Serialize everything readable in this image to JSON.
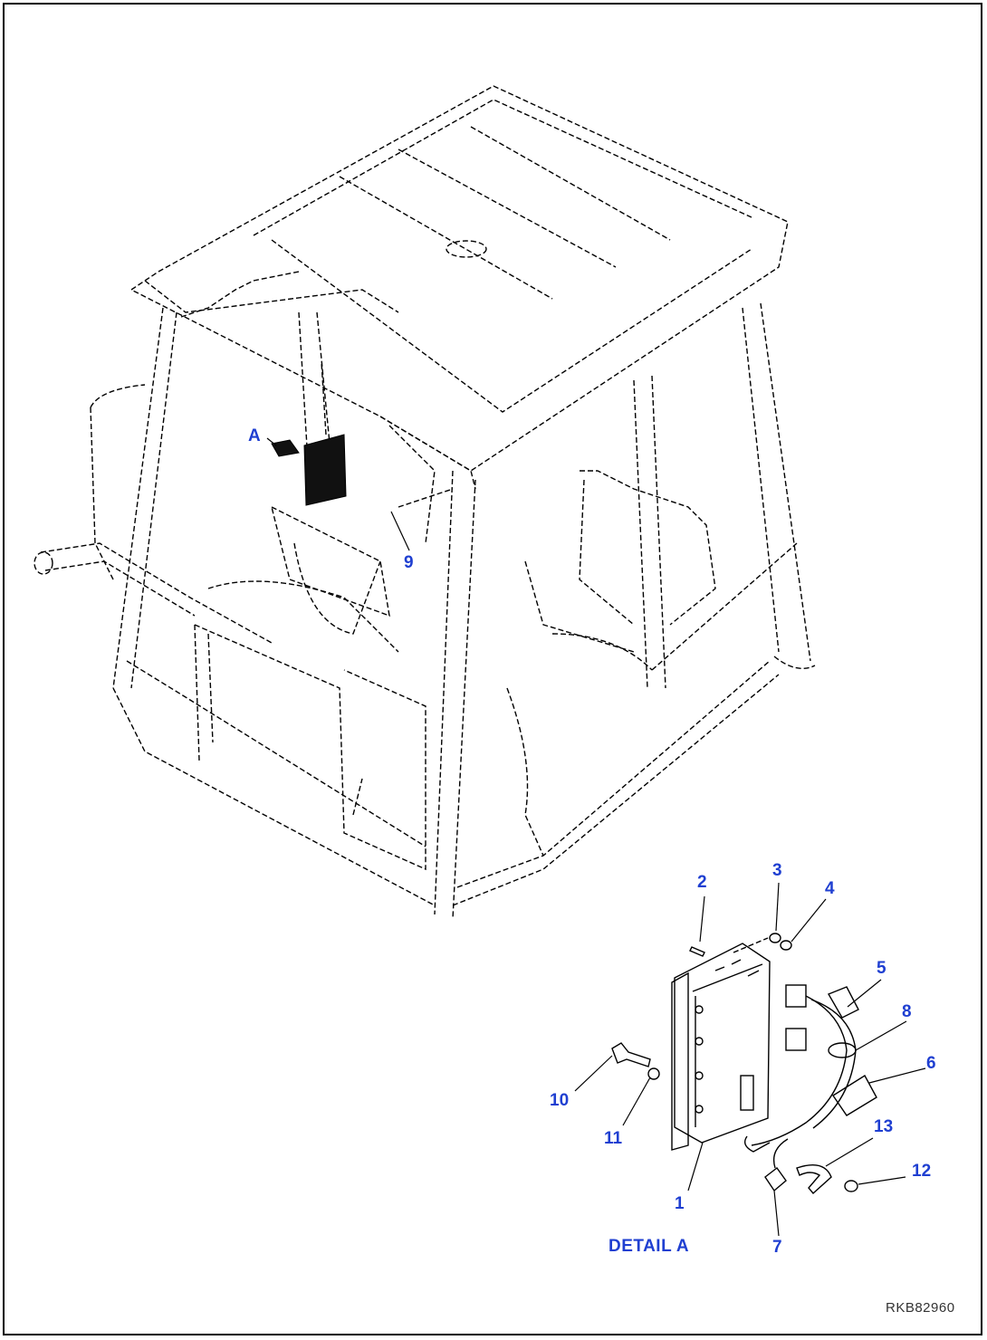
{
  "callouts": {
    "A": "A",
    "n9": "9",
    "n1": "1",
    "n2": "2",
    "n3": "3",
    "n4": "4",
    "n5": "5",
    "n6": "6",
    "n7": "7",
    "n8": "8",
    "n10": "10",
    "n11": "11",
    "n12": "12",
    "n13": "13"
  },
  "detail_label": "DETAIL A",
  "drawing_code": "RKB82960",
  "colors": {
    "callout": "#1f3fd1",
    "line": "#000000",
    "background": "#ffffff"
  }
}
